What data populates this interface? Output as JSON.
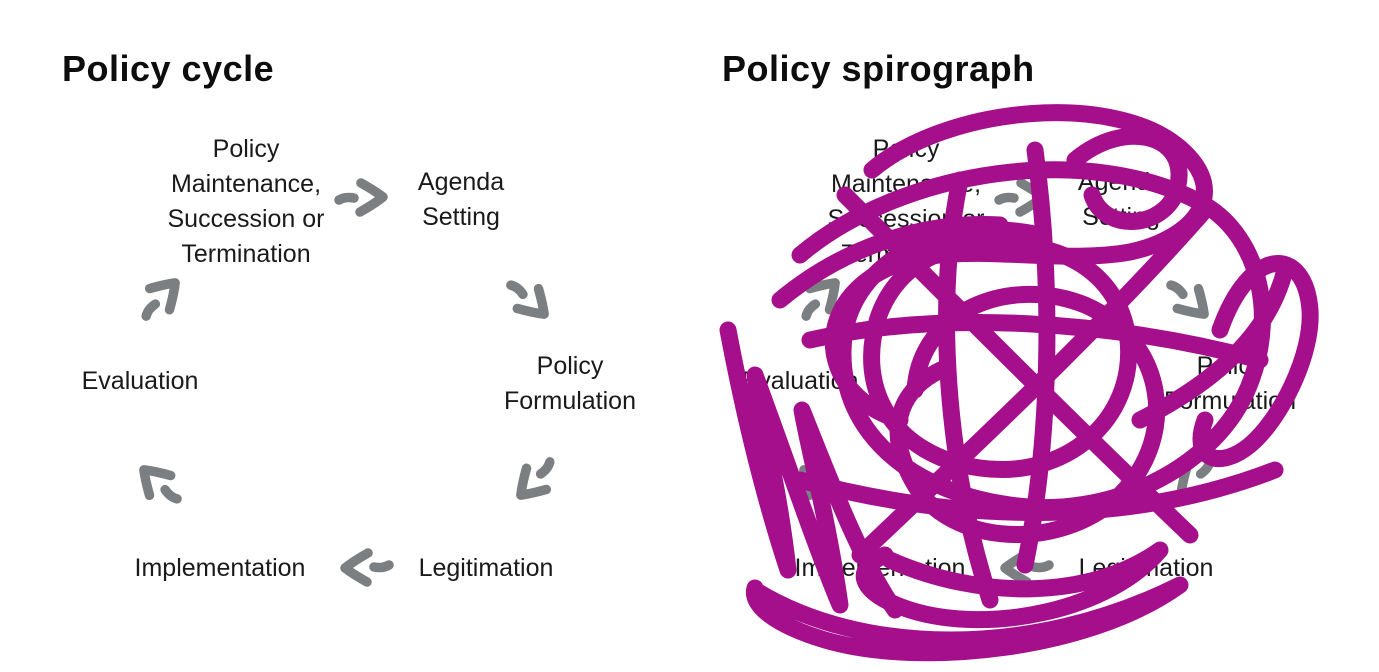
{
  "left_panel": {
    "title": "Policy cycle"
  },
  "right_panel": {
    "title": "Policy spirograph"
  },
  "cycle": {
    "nodes": [
      {
        "id": "maintenance",
        "label": "Policy\nMaintenance,\nSuccession or\nTermination"
      },
      {
        "id": "agenda",
        "label": "Agenda\nSetting"
      },
      {
        "id": "formulation",
        "label": "Policy\nFormulation"
      },
      {
        "id": "legitimation",
        "label": "Legitimation"
      },
      {
        "id": "implementation",
        "label": "Implementation"
      },
      {
        "id": "evaluation",
        "label": "Evaluation"
      }
    ],
    "arrows": [
      "maintenance-to-agenda",
      "agenda-to-formulation",
      "formulation-to-legitimation",
      "legitimation-to-implementation",
      "implementation-to-evaluation",
      "evaluation-to-maintenance"
    ]
  },
  "colors": {
    "background": "#ffffff",
    "text": "#1a1a1a",
    "arrow": "#7b7f82",
    "scribble": "#a50f8c"
  }
}
